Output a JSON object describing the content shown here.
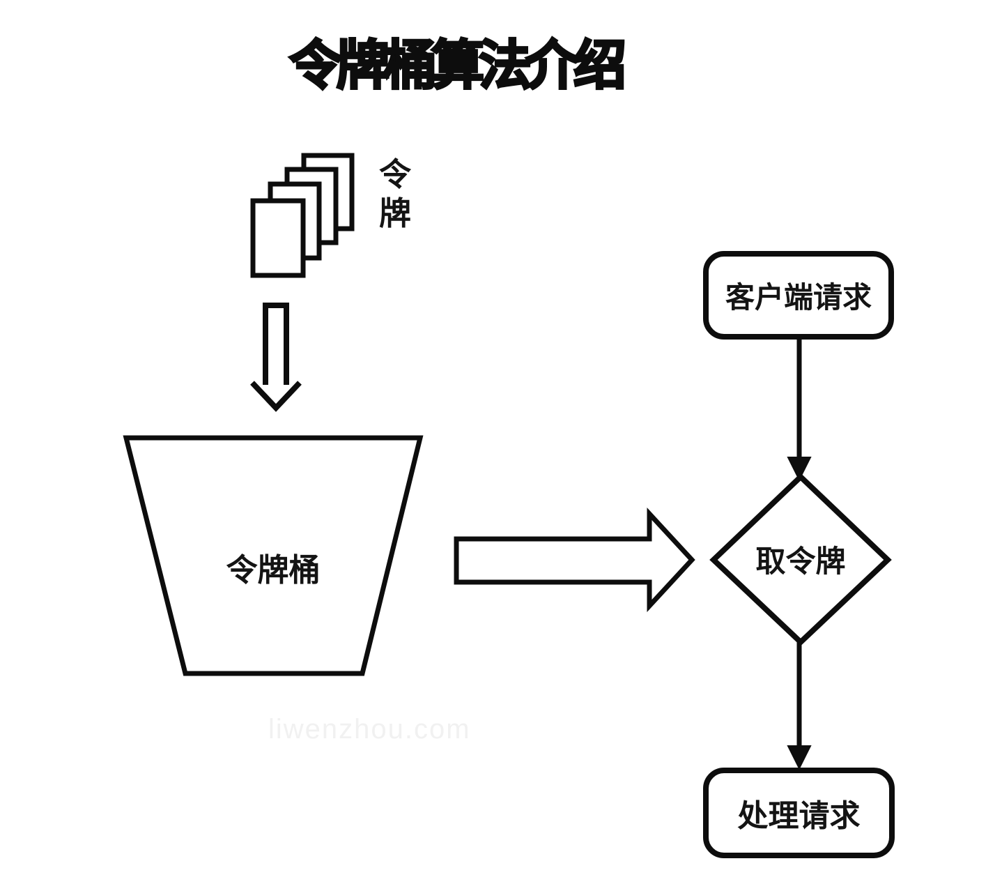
{
  "title": "令牌桶算法介绍",
  "watermark": "liwenzhou.com",
  "nodes": {
    "tokens": {
      "label": "令牌",
      "card_count": 4,
      "shape": "stacked-rectangles"
    },
    "bucket": {
      "label": "令牌桶",
      "shape": "trapezoid"
    },
    "client_request": {
      "label": "客户端请求",
      "shape": "rounded-rectangle"
    },
    "take_token": {
      "label": "取令牌",
      "shape": "diamond-decision"
    },
    "process_request": {
      "label": "处理请求",
      "shape": "rounded-rectangle"
    }
  },
  "edges": [
    {
      "from": "tokens",
      "to": "bucket",
      "style": "hollow-block-arrow-down"
    },
    {
      "from": "bucket",
      "to": "take_token",
      "style": "hollow-block-arrow-right"
    },
    {
      "from": "client_request",
      "to": "take_token",
      "style": "line-with-filled-arrowhead"
    },
    {
      "from": "take_token",
      "to": "process_request",
      "style": "line-with-filled-arrowhead"
    }
  ],
  "colors": {
    "background": "#ffffff",
    "stroke": "#0d0d0d",
    "shape_fill": "#ffffff",
    "text": "#141414",
    "watermark_text": "#f1f1f1"
  }
}
